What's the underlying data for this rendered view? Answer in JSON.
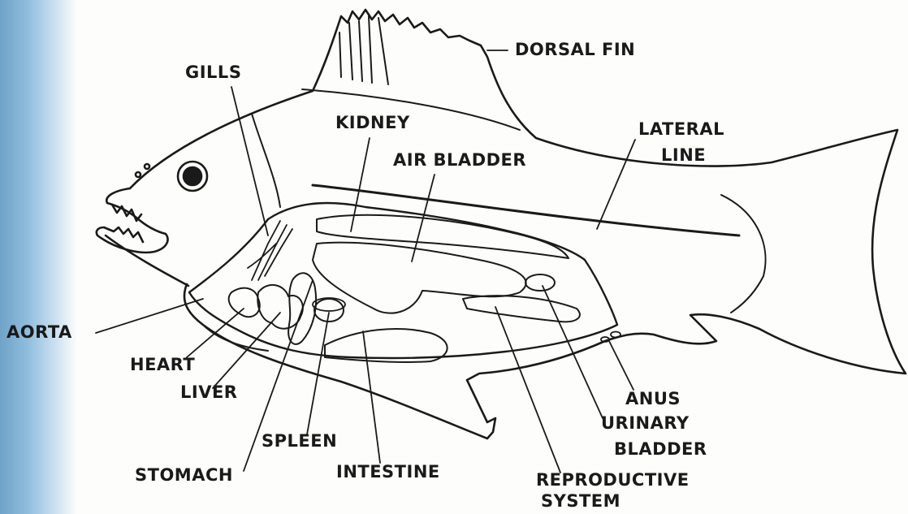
{
  "diagram": {
    "labels": {
      "dorsal_fin": "DORSAL FIN",
      "gills": "GILLS",
      "kidney": "KIDNEY",
      "air_bladder": "AIR BLADDER",
      "lateral_line_1": "LATERAL",
      "lateral_line_2": "LINE",
      "aorta": "AORTA",
      "heart": "HEART",
      "liver": "LIVER",
      "spleen": "SPLEEN",
      "stomach": "STOMACH",
      "intestine": "INTESTINE",
      "anus": "ANUS",
      "urinary_bladder_1": "URINARY",
      "urinary_bladder_2": "BLADDER",
      "reproductive_system_1": "REPRODUCTIVE",
      "reproductive_system_2": "SYSTEM"
    },
    "colors": {
      "ink": "#1a1a1a",
      "paper": "#fdfdfb",
      "edge_wash": "#8fbcdc"
    }
  }
}
